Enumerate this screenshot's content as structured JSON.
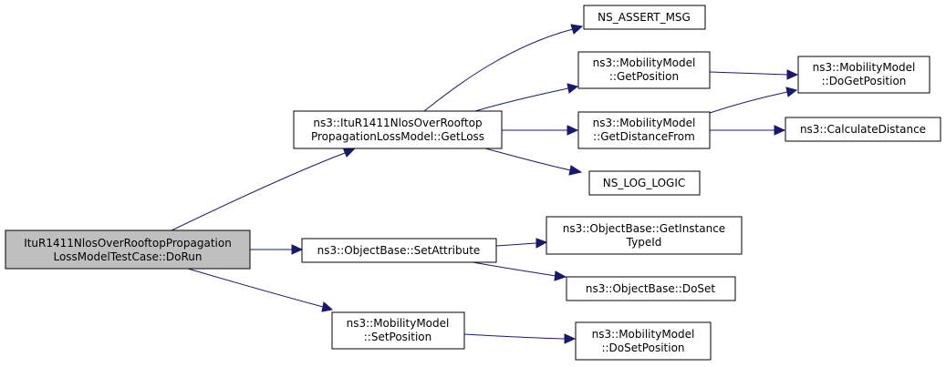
{
  "diagram": {
    "nodes": {
      "root": {
        "lines": [
          "ItuR1411NlosOverRooftopPropagation",
          "LossModelTestCase::DoRun"
        ]
      },
      "getLoss": {
        "lines": [
          "ns3::ItuR1411NlosOverRooftop",
          "PropagationLossModel::GetLoss"
        ]
      },
      "setAttribute": {
        "lines": [
          "ns3::ObjectBase::SetAttribute"
        ]
      },
      "setPosition": {
        "lines": [
          "ns3::MobilityModel",
          "::SetPosition"
        ]
      },
      "assertMsg": {
        "lines": [
          "NS_ASSERT_MSG"
        ]
      },
      "getPosition": {
        "lines": [
          "ns3::MobilityModel",
          "::GetPosition"
        ]
      },
      "getDistance": {
        "lines": [
          "ns3::MobilityModel",
          "::GetDistanceFrom"
        ]
      },
      "logLogic": {
        "lines": [
          "NS_LOG_LOGIC"
        ]
      },
      "doGetPosition": {
        "lines": [
          "ns3::MobilityModel",
          "::DoGetPosition"
        ]
      },
      "calcDistance": {
        "lines": [
          "ns3::CalculateDistance"
        ]
      },
      "getInstanceTid": {
        "lines": [
          "ns3::ObjectBase::GetInstance",
          "TypeId"
        ]
      },
      "doSet": {
        "lines": [
          "ns3::ObjectBase::DoSet"
        ]
      },
      "doSetPosition": {
        "lines": [
          "ns3::MobilityModel",
          "::DoSetPosition"
        ]
      }
    },
    "edges": [
      {
        "from": "root",
        "to": "getLoss"
      },
      {
        "from": "root",
        "to": "setAttribute"
      },
      {
        "from": "root",
        "to": "setPosition"
      },
      {
        "from": "getLoss",
        "to": "assertMsg"
      },
      {
        "from": "getLoss",
        "to": "getPosition"
      },
      {
        "from": "getLoss",
        "to": "getDistance"
      },
      {
        "from": "getLoss",
        "to": "logLogic"
      },
      {
        "from": "getPosition",
        "to": "doGetPosition"
      },
      {
        "from": "getDistance",
        "to": "doGetPosition"
      },
      {
        "from": "getDistance",
        "to": "calcDistance"
      },
      {
        "from": "setAttribute",
        "to": "getInstanceTid"
      },
      {
        "from": "setAttribute",
        "to": "doSet"
      },
      {
        "from": "setPosition",
        "to": "doSetPosition"
      }
    ],
    "colors": {
      "edge": "#191970",
      "root_fill": "#bfbfbf",
      "node_fill": "#ffffff",
      "border": "#000000"
    }
  }
}
